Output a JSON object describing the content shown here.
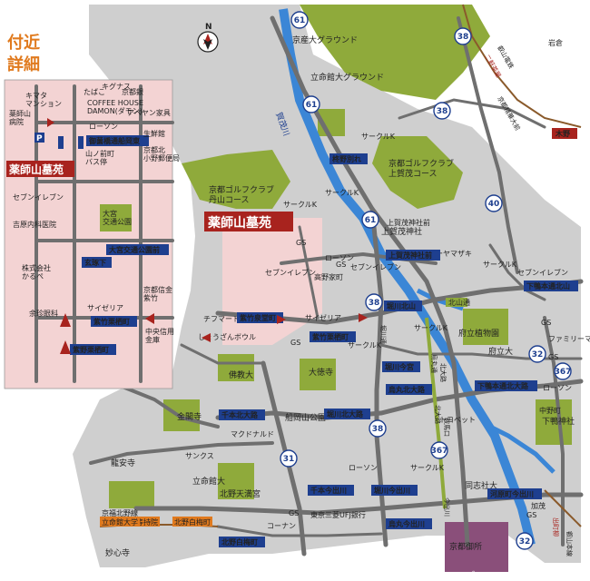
{
  "colors": {
    "river": "#3b86d6",
    "green": "#8faa3b",
    "gray": "#c9c9c9",
    "road": "#6f6f6f",
    "pink": "#f3d3d3",
    "site": "#a8231e",
    "blue_label": "#1e3f8f",
    "rail": "#8a5a2b",
    "orange_label": "#e07a1e"
  },
  "icons": {
    "compass": "north-arrow-icon",
    "gs": "gas-station-label",
    "convenience": "convenience-store-dot",
    "route_marker": "circle-route-icon",
    "bus_stop": "bus-stop-icon",
    "parking": "parking-icon"
  },
  "inset": {
    "title_line1": "付近",
    "title_line2": "詳細",
    "site_label": "薬師山墓苑",
    "labels": [
      {
        "id": "kimata",
        "text": "キマタ\nマンション"
      },
      {
        "id": "hospital",
        "text": "薬師山\n病院"
      },
      {
        "id": "tabako",
        "text": "たばこ"
      },
      {
        "id": "kyoto_b",
        "text": "京都銀"
      },
      {
        "id": "saikaya",
        "text": "キグナス"
      },
      {
        "id": "coffee",
        "text": "COFFEE HOUSE\nDAMON(ダモン)"
      },
      {
        "id": "abeya",
        "text": "アベヤン家具"
      },
      {
        "id": "lawson",
        "text": "ローソン"
      },
      {
        "id": "goshobashi",
        "text": "御薗橋通船岡東"
      },
      {
        "id": "seisenkan",
        "text": "生鮮館"
      },
      {
        "id": "post",
        "text": "京都北\n小野郵便局"
      },
      {
        "id": "bus_stop",
        "text": "山ノ前町\nバス停"
      },
      {
        "id": "seven",
        "text": "セブンイレブン"
      },
      {
        "id": "yoshihara",
        "text": "吉原内科医院"
      },
      {
        "id": "daitoku_park",
        "text": "大宮\n交通公園"
      },
      {
        "id": "omiya_park",
        "text": "大宮交通公園前"
      },
      {
        "id": "kaisha",
        "text": "株式会社\nかるぺ"
      },
      {
        "id": "genbu",
        "text": "玄琢下"
      },
      {
        "id": "bank",
        "text": "京都信金\n紫竹"
      },
      {
        "id": "saizeriya",
        "text": "サイゼリア"
      },
      {
        "id": "yoshihara2",
        "text": "余珍眼科"
      },
      {
        "id": "shichiku_kuri",
        "text": "紫竹栗栖町"
      },
      {
        "id": "chuo",
        "text": "中央信用\n金庫"
      },
      {
        "id": "shichiku_yamamoto",
        "text": "紫野栗栖町"
      }
    ]
  },
  "main": {
    "site_label": "薬師山墓苑",
    "river_label": "賀茂川",
    "compass_letter": "N",
    "green_labels": [
      {
        "id": "golf1",
        "text": "京都ゴルフクラブ\n丹山コース"
      },
      {
        "id": "golf2",
        "text": "京都ゴルフクラブ\n上賀茂コース"
      },
      {
        "id": "stadium",
        "text": "京産大グラウンド"
      },
      {
        "id": "ritsumei",
        "text": "立命館大グラウンド"
      },
      {
        "id": "kamigamo",
        "text": "上賀茂神社"
      },
      {
        "id": "botanical",
        "text": "府立植物園"
      },
      {
        "id": "daitokuji",
        "text": "大徳寺"
      },
      {
        "id": "funaoka",
        "text": "船岡山公園"
      },
      {
        "id": "kinkaku",
        "text": "金閣寺"
      },
      {
        "id": "ritsumeikan",
        "text": "立命館大"
      },
      {
        "id": "ryuanji",
        "text": "龍安寺"
      },
      {
        "id": "kitano",
        "text": "北野天満宮"
      },
      {
        "id": "doshisha",
        "text": "同志社大"
      },
      {
        "id": "gosho",
        "text": "京都御所"
      },
      {
        "id": "shimogamo",
        "text": "下鴨神社"
      },
      {
        "id": "fusouka",
        "text": "府立大"
      },
      {
        "id": "bukkyo",
        "text": "佛教大"
      },
      {
        "id": "myoshinji",
        "text": "妙心寺"
      }
    ],
    "small_labels": [
      {
        "id": "circle_k1",
        "text": "サークルK"
      },
      {
        "id": "circle_k2",
        "text": "サークルK"
      },
      {
        "id": "circle_k3",
        "text": "サークルK"
      },
      {
        "id": "circle_k4",
        "text": "サークルK"
      },
      {
        "id": "circle_k5",
        "text": "サークルK"
      },
      {
        "id": "circle_k6",
        "text": "サークルK"
      },
      {
        "id": "circle_k7",
        "text": "サークルK"
      },
      {
        "id": "gs1",
        "text": "GS"
      },
      {
        "id": "gs2",
        "text": "GS"
      },
      {
        "id": "gs3",
        "text": "GS"
      },
      {
        "id": "gs4",
        "text": "GS"
      },
      {
        "id": "gs5",
        "text": "GS"
      },
      {
        "id": "gs6",
        "text": "GS"
      },
      {
        "id": "gs7",
        "text": "GS"
      },
      {
        "id": "lawson1",
        "text": "ローソン"
      },
      {
        "id": "lawson2",
        "text": "ローソン"
      },
      {
        "id": "lawson3",
        "text": "ローソン"
      },
      {
        "id": "seven1",
        "text": "セブンイレブン"
      },
      {
        "id": "seven2",
        "text": "セブンイレブン"
      },
      {
        "id": "seven3",
        "text": "セブンイレブン"
      },
      {
        "id": "dairy",
        "text": "デイリーヤマザキ"
      },
      {
        "id": "kouzan",
        "text": "高野家町"
      },
      {
        "id": "chifumart",
        "text": "チフマート"
      },
      {
        "id": "shouzen",
        "text": "しょうざんボウル"
      },
      {
        "id": "saizeriya",
        "text": "サイゼリア"
      },
      {
        "id": "family",
        "text": "ファミリーマート"
      },
      {
        "id": "tohoku",
        "text": "トヨペット"
      },
      {
        "id": "sanks",
        "text": "サンクス"
      },
      {
        "id": "mcd",
        "text": "マクドナルド"
      },
      {
        "id": "konan",
        "text": "コーナン"
      },
      {
        "id": "ufj",
        "text": "東京三菱UFJ銀行"
      },
      {
        "id": "horikawa",
        "text": "堀川通"
      },
      {
        "id": "karasuma",
        "text": "烏丸通"
      },
      {
        "id": "kamogawa",
        "text": "加茂"
      },
      {
        "id": "kitayama",
        "text": "北山通"
      },
      {
        "id": "kitaoji",
        "text": "北大路"
      },
      {
        "id": "kiyama",
        "text": "木野"
      },
      {
        "id": "nakamachi",
        "text": "中野町"
      },
      {
        "id": "iwakura",
        "text": "岩倉"
      }
    ],
    "blue_labels": [
      {
        "id": "misono",
        "text": "御薗橋"
      },
      {
        "id": "kamigamo_m",
        "text": "上賀茂神社前"
      },
      {
        "id": "horikawa_k",
        "text": "堀川北山"
      },
      {
        "id": "shimogamo_k",
        "text": "下鴨本通北山"
      },
      {
        "id": "shichiku_s",
        "text": "紫竹泉堂町"
      },
      {
        "id": "shichiku_k",
        "text": "紫竹栗栖町"
      },
      {
        "id": "horikawa_kuma",
        "text": "堀川今宮"
      },
      {
        "id": "karasuma_ki",
        "text": "烏丸北大路"
      },
      {
        "id": "shimogamo_ki",
        "text": "下鴨本通北大路"
      },
      {
        "id": "senbon_ki",
        "text": "千本北大路"
      },
      {
        "id": "horikawa_ki",
        "text": "堀川北大路"
      },
      {
        "id": "senbon_i",
        "text": "千本今出川"
      },
      {
        "id": "horikawa_i",
        "text": "堀川今出川"
      },
      {
        "id": "kawaramachi_i",
        "text": "河原町今出川"
      },
      {
        "id": "karasuma_i",
        "text": "烏丸今出川"
      },
      {
        "id": "kitano_h",
        "text": "北野白梅町"
      },
      {
        "id": "kamigamo_hi",
        "text": "上賀茂神社前"
      },
      {
        "id": "shiroyasu",
        "text": "柊野別れ"
      }
    ],
    "orange_labels": [
      {
        "id": "tojiin",
        "text": "等持院"
      },
      {
        "id": "ritsumei_e",
        "text": "立命館大学"
      },
      {
        "id": "kitano_e",
        "text": "北野白梅町"
      }
    ],
    "rail_labels": [
      {
        "id": "eizan1",
        "text": "叡山電鉄"
      },
      {
        "id": "eizan2",
        "text": "二軒茶屋"
      },
      {
        "id": "eizan3",
        "text": "出町柳"
      },
      {
        "id": "keifuku",
        "text": "京福北野線"
      },
      {
        "id": "eizan4",
        "text": "京都精華大前"
      },
      {
        "id": "eizan5",
        "text": "叡山本線"
      },
      {
        "id": "karasuma_line",
        "text": "鞍馬口"
      },
      {
        "id": "imadegawa_line",
        "text": "今出川"
      },
      {
        "id": "kitaoji_line",
        "text": "北大路"
      }
    ],
    "route_markers": [
      "61",
      "61",
      "38",
      "38",
      "38",
      "38",
      "40",
      "61",
      "32",
      "32",
      "31",
      "367",
      "367"
    ]
  }
}
